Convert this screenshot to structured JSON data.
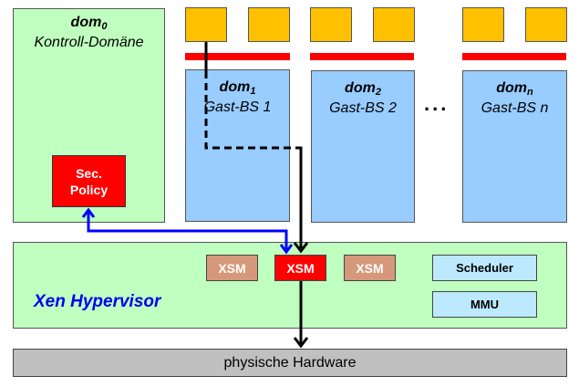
{
  "dom0": {
    "name": "dom",
    "index": "0",
    "subtitle": "Kontroll-Domäne",
    "sec_policy": {
      "line1": "Sec.",
      "line2": "Policy"
    }
  },
  "guests": [
    {
      "name": "dom",
      "index": "1",
      "subtitle": "Gast-BS 1"
    },
    {
      "name": "dom",
      "index": "2",
      "subtitle": "Gast-BS 2"
    },
    {
      "name": "dom",
      "index": "n",
      "subtitle": "Gast-BS n"
    }
  ],
  "ellipsis": "...",
  "hypervisor": {
    "label": "Xen Hypervisor",
    "xsm_modules": [
      "XSM",
      "XSM",
      "XSM"
    ],
    "active_xsm_index": 1,
    "scheduler": "Scheduler",
    "mmu": "MMU"
  },
  "hardware": {
    "label": "physische Hardware"
  },
  "colors": {
    "dom0_bg": "#bfffbf",
    "guest_bg": "#99ccff",
    "app_bg": "#ffc000",
    "isolation_bar": "#ff0000",
    "sec_policy_bg": "#ff0000",
    "xsm_active": "#ff0000",
    "xsm_inactive": "#d6987a",
    "policy_arrow": "#0000ff",
    "access_arrow": "#000000",
    "hardware_bg": "#c0c0c0"
  }
}
